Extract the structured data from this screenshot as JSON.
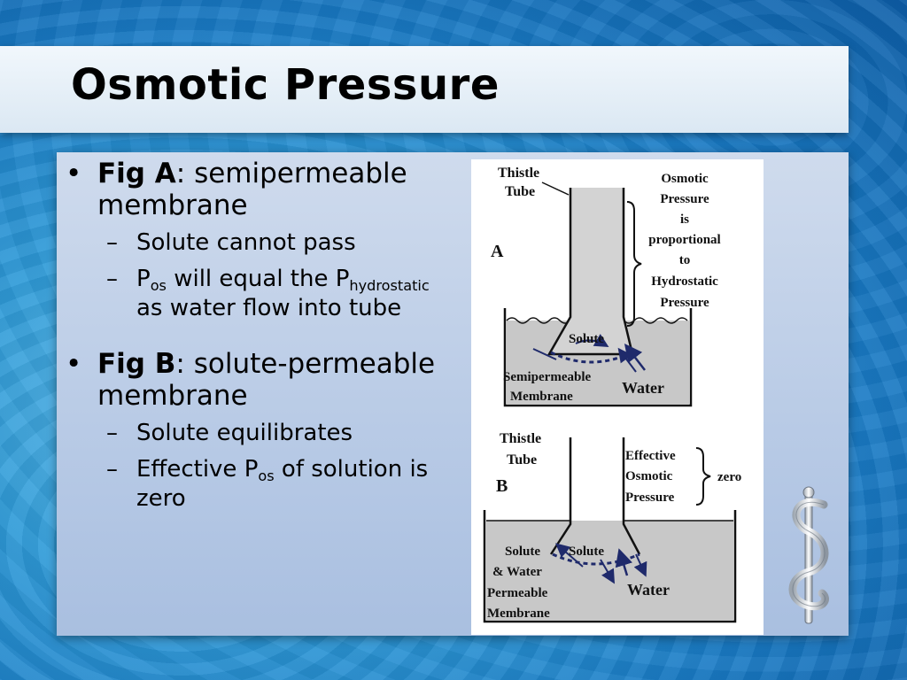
{
  "slide": {
    "title": "Osmotic Pressure",
    "bullets": [
      {
        "label": "Fig A",
        "text": ": semipermeable membrane",
        "subs": [
          {
            "text": "Solute cannot pass"
          },
          {
            "p1": "P",
            "sub1": "os",
            "p2": " will equal the P",
            "sub2": "hydrostatic",
            "p3": " as water flow into tube"
          }
        ]
      },
      {
        "label": "Fig B",
        "text": ": solute-permeable membrane",
        "subs": [
          {
            "text": "Solute equilibrates"
          },
          {
            "p1": "Effective P",
            "sub1": "os",
            "p2": " of solution is zero"
          }
        ]
      }
    ]
  },
  "figure": {
    "a": {
      "letter": "A",
      "thistle_1": "Thistle",
      "thistle_2": "Tube",
      "osm_1": "Osmotic",
      "osm_2": "Pressure",
      "osm_3": "is",
      "osm_4": "proportional",
      "osm_5": "to",
      "osm_6": "Hydrostatic",
      "osm_7": "Pressure",
      "solute": "Solute",
      "semi_1": "Semipermeable",
      "semi_2": "Membrane",
      "water": "Water"
    },
    "b": {
      "letter": "B",
      "thistle_1": "Thistle",
      "thistle_2": "Tube",
      "eff_1": "Effective",
      "eff_2": "Osmotic",
      "eff_3": "Pressure",
      "zero": "zero",
      "solute_left": "Solute",
      "solute_right": "Solute",
      "sw": "& Water",
      "perm_1": "Permeable",
      "perm_2": "Membrane",
      "water": "Water"
    }
  },
  "colors": {
    "arrow": "#1f2a6b",
    "fluid": "#c8c8c8",
    "accent_text": "#000000"
  },
  "icons": {
    "decoration": "caduceus-icon"
  }
}
